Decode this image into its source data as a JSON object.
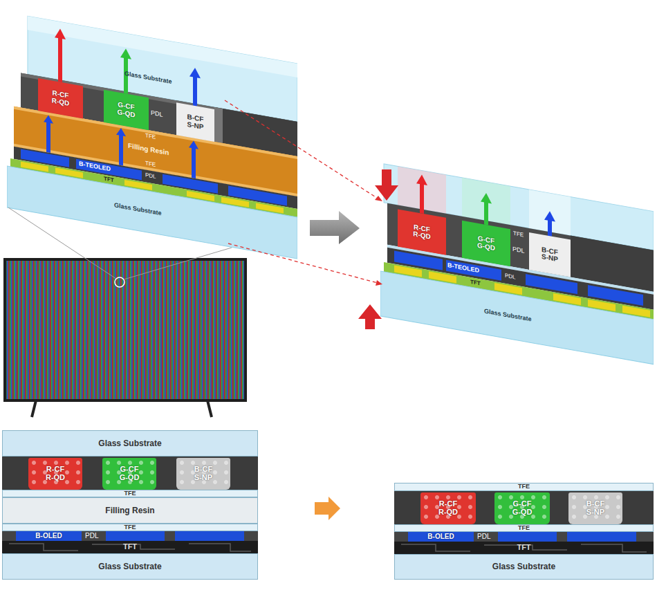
{
  "diagram": {
    "nodes": [
      {
        "text": [
          "R-CF R-QD"
        ]
      },
      {
        "text": [
          "G-CF G-QD"
        ]
      },
      {
        "text": [
          "B-CF S-NP"
        ]
      },
      {
        "text": [
          "R-CF R-QD"
        ]
      },
      {
        "text": [
          "G-CF G-QD"
        ]
      },
      {
        "text": [
          "B-CF S-NP"
        ]
      },
      {
        "text": [
          "Glass Substrate"
        ]
      },
      {
        "text": [
          "R-CF R-QD"
        ]
      },
      {
        "text": [
          "G-CF G-QD"
        ]
      },
      {
        "text": [
          "B-CF S-NP"
        ]
      },
      {
        "text": [
          "TFE"
        ]
      },
      {
        "text": [
          "Filling Resin"
        ]
      },
      {
        "text": [
          "TFE"
        ]
      },
      {
        "text": [
          "B-OLED"
        ]
      },
      {
        "text": [
          "TFT"
        ]
      },
      {
        "text": [
          "Glass Substrate"
        ]
      },
      {
        "text": [
          "TFE"
        ]
      },
      {
        "text": [
          "R-CF R-QD"
        ]
      },
      {
        "text": [
          "G-CF G-QD"
        ]
      },
      {
        "text": [
          "B-CF S-NP"
        ]
      },
      {
        "text": [
          "TFE"
        ]
      },
      {
        "text": [
          "B-OLED"
        ]
      },
      {
        "text": [
          "TFT"
        ]
      },
      {
        "text": [
          "Glass Substrate"
        ]
      }
    ],
    "labels": [
      "Glass Substrate",
      "PDL",
      "TFE",
      "Filling Resin",
      "TFE",
      "B-TEOLED",
      "PDL",
      "TFT",
      "Glass Substrate",
      "TFE",
      "PDL",
      "B-TEOLED",
      "PDL",
      "TFT",
      "Glass Substrate",
      "PDL",
      "PDL"
    ]
  }
}
